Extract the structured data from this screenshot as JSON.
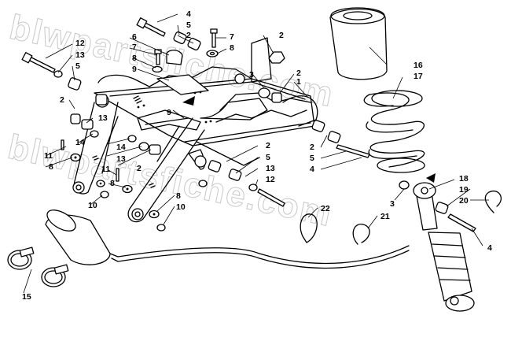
{
  "watermark": "blwpartsfiche.com",
  "callouts": [
    {
      "id": "c1",
      "text": "4"
    },
    {
      "id": "c2",
      "text": "5"
    },
    {
      "id": "c3",
      "text": "2"
    },
    {
      "id": "c4",
      "text": "6"
    },
    {
      "id": "c5",
      "text": "7"
    },
    {
      "id": "c6",
      "text": "7"
    },
    {
      "id": "c7",
      "text": "8"
    },
    {
      "id": "c8",
      "text": "8"
    },
    {
      "id": "c9",
      "text": "9"
    },
    {
      "id": "c10",
      "text": "2"
    },
    {
      "id": "c11",
      "text": "12"
    },
    {
      "id": "c12",
      "text": "13"
    },
    {
      "id": "c13",
      "text": "5"
    },
    {
      "id": "c14",
      "text": "2"
    },
    {
      "id": "c15",
      "text": "13"
    },
    {
      "id": "c16",
      "text": "14"
    },
    {
      "id": "c17",
      "text": "3"
    },
    {
      "id": "c18",
      "text": "2"
    },
    {
      "id": "c19",
      "text": "1"
    },
    {
      "id": "c20",
      "text": "16"
    },
    {
      "id": "c21",
      "text": "17"
    },
    {
      "id": "c22",
      "text": "11"
    },
    {
      "id": "c23",
      "text": "8"
    },
    {
      "id": "c24",
      "text": "14"
    },
    {
      "id": "c25",
      "text": "13"
    },
    {
      "id": "c26",
      "text": "2"
    },
    {
      "id": "c27",
      "text": "9"
    },
    {
      "id": "c28",
      "text": "2"
    },
    {
      "id": "c29",
      "text": "5"
    },
    {
      "id": "c30",
      "text": "4"
    },
    {
      "id": "c31",
      "text": "2"
    },
    {
      "id": "c32",
      "text": "5"
    },
    {
      "id": "c33",
      "text": "13"
    },
    {
      "id": "c34",
      "text": "12"
    },
    {
      "id": "c35",
      "text": "11"
    },
    {
      "id": "c36",
      "text": "8"
    },
    {
      "id": "c37",
      "text": "10"
    },
    {
      "id": "c38",
      "text": "8"
    },
    {
      "id": "c39",
      "text": "10"
    },
    {
      "id": "c40",
      "text": "18"
    },
    {
      "id": "c41",
      "text": "19"
    },
    {
      "id": "c42",
      "text": "20"
    },
    {
      "id": "c43",
      "text": "3"
    },
    {
      "id": "c44",
      "text": "22"
    },
    {
      "id": "c45",
      "text": "21"
    },
    {
      "id": "c46",
      "text": "4"
    },
    {
      "id": "c47",
      "text": "15"
    }
  ]
}
